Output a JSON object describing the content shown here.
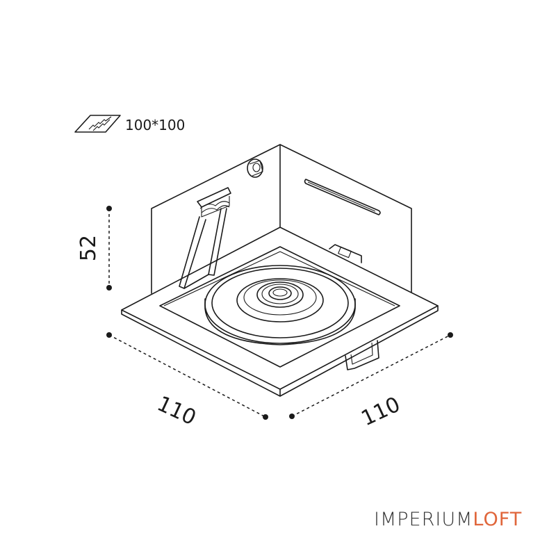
{
  "cutout": {
    "label": "100*100",
    "icon": "cutout-hatch-icon"
  },
  "dimensions": {
    "height": "52",
    "width_left": "110",
    "width_right": "110"
  },
  "brand": {
    "part1": "IMPERIUM",
    "part2": "LOFT",
    "accent_color": "#e0663b"
  }
}
